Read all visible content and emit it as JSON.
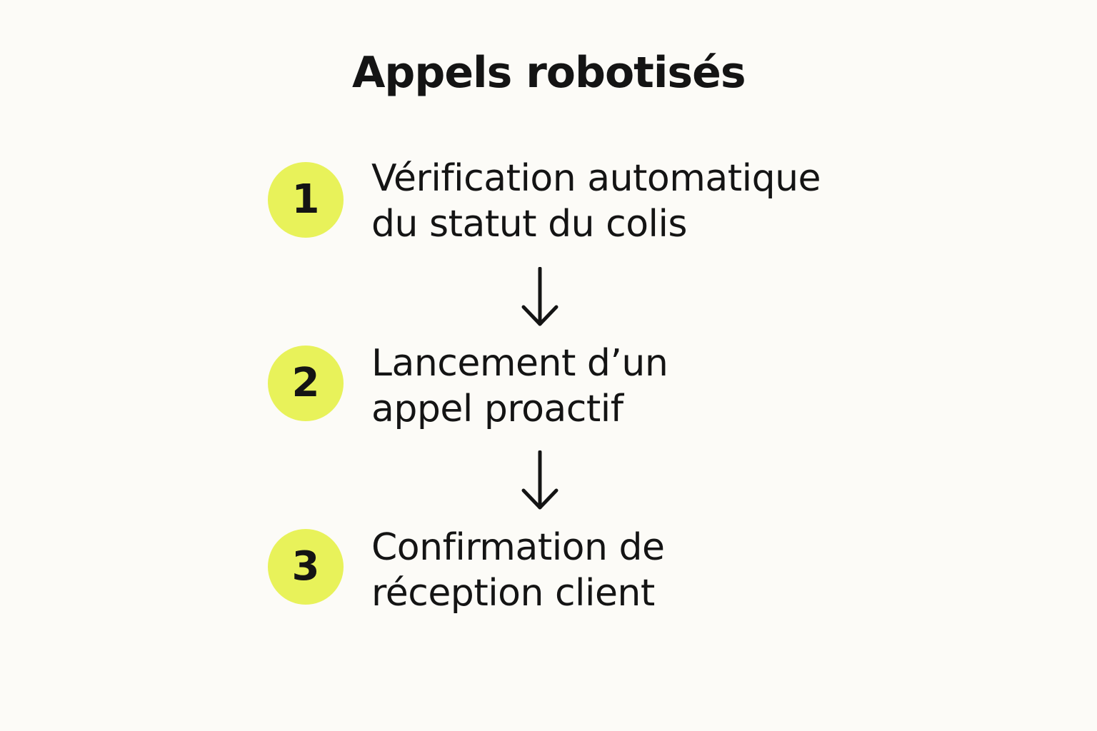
{
  "title": "Appels robotisés",
  "colors": {
    "background": "#fcfbf7",
    "badge": "#e8f25a",
    "text": "#141414"
  },
  "steps": [
    {
      "number": "1",
      "lines": [
        "Vérification automatique",
        "du statut du colis"
      ]
    },
    {
      "number": "2",
      "lines": [
        "Lancement d’un",
        "appel proactif"
      ]
    },
    {
      "number": "3",
      "lines": [
        "Confirmation de",
        "réception client"
      ]
    }
  ],
  "connectors": [
    "arrow-down-icon",
    "arrow-down-icon"
  ]
}
